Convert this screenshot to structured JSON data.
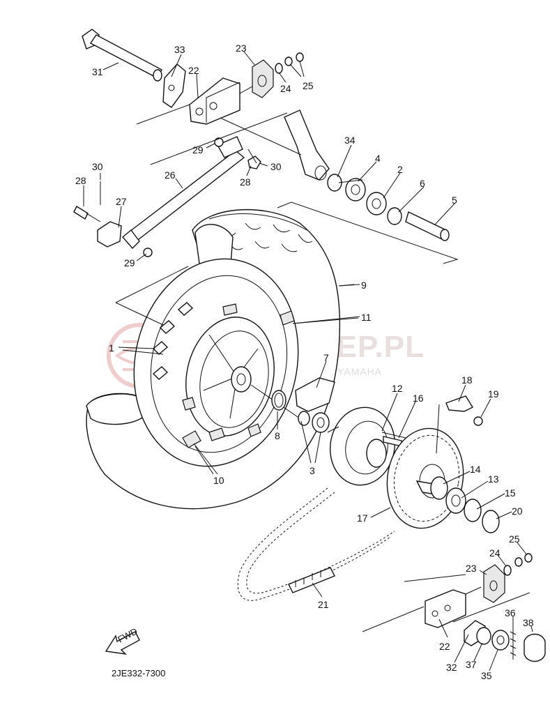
{
  "diagram_code": "2JE332-7300",
  "fwd_label": "FWD",
  "watermark": {
    "main": "YAMASKLEP.PL",
    "sub": "AUTORYZOWANY DEALER YAMAHA"
  },
  "callouts": [
    {
      "id": "c31",
      "text": "31"
    },
    {
      "id": "c33",
      "text": "33"
    },
    {
      "id": "c22a",
      "text": "22"
    },
    {
      "id": "c23a",
      "text": "23"
    },
    {
      "id": "c24a",
      "text": "24"
    },
    {
      "id": "c25a",
      "text": "25"
    },
    {
      "id": "c29a",
      "text": "29"
    },
    {
      "id": "c30a",
      "text": "30"
    },
    {
      "id": "c34",
      "text": "34"
    },
    {
      "id": "c4",
      "text": "4"
    },
    {
      "id": "c30b",
      "text": "30"
    },
    {
      "id": "c28a",
      "text": "28"
    },
    {
      "id": "c28b",
      "text": "28"
    },
    {
      "id": "c26",
      "text": "26"
    },
    {
      "id": "c27",
      "text": "27"
    },
    {
      "id": "c2",
      "text": "2"
    },
    {
      "id": "c6",
      "text": "6"
    },
    {
      "id": "c5",
      "text": "5"
    },
    {
      "id": "c29b",
      "text": "29"
    },
    {
      "id": "c9",
      "text": "9"
    },
    {
      "id": "c11",
      "text": "11"
    },
    {
      "id": "c1",
      "text": "1"
    },
    {
      "id": "c7",
      "text": "7"
    },
    {
      "id": "c12",
      "text": "12"
    },
    {
      "id": "c16",
      "text": "16"
    },
    {
      "id": "c18",
      "text": "18"
    },
    {
      "id": "c19",
      "text": "19"
    },
    {
      "id": "c8",
      "text": "8"
    },
    {
      "id": "c3",
      "text": "3"
    },
    {
      "id": "c10",
      "text": "10"
    },
    {
      "id": "c14",
      "text": "14"
    },
    {
      "id": "c13",
      "text": "13"
    },
    {
      "id": "c15",
      "text": "15"
    },
    {
      "id": "c17",
      "text": "17"
    },
    {
      "id": "c20",
      "text": "20"
    },
    {
      "id": "c25b",
      "text": "25"
    },
    {
      "id": "c24b",
      "text": "24"
    },
    {
      "id": "c23b",
      "text": "23"
    },
    {
      "id": "c21",
      "text": "21"
    },
    {
      "id": "c36",
      "text": "36"
    },
    {
      "id": "c38",
      "text": "38"
    },
    {
      "id": "c22b",
      "text": "22"
    },
    {
      "id": "c32",
      "text": "32"
    },
    {
      "id": "c37",
      "text": "37"
    },
    {
      "id": "c35",
      "text": "35"
    }
  ]
}
